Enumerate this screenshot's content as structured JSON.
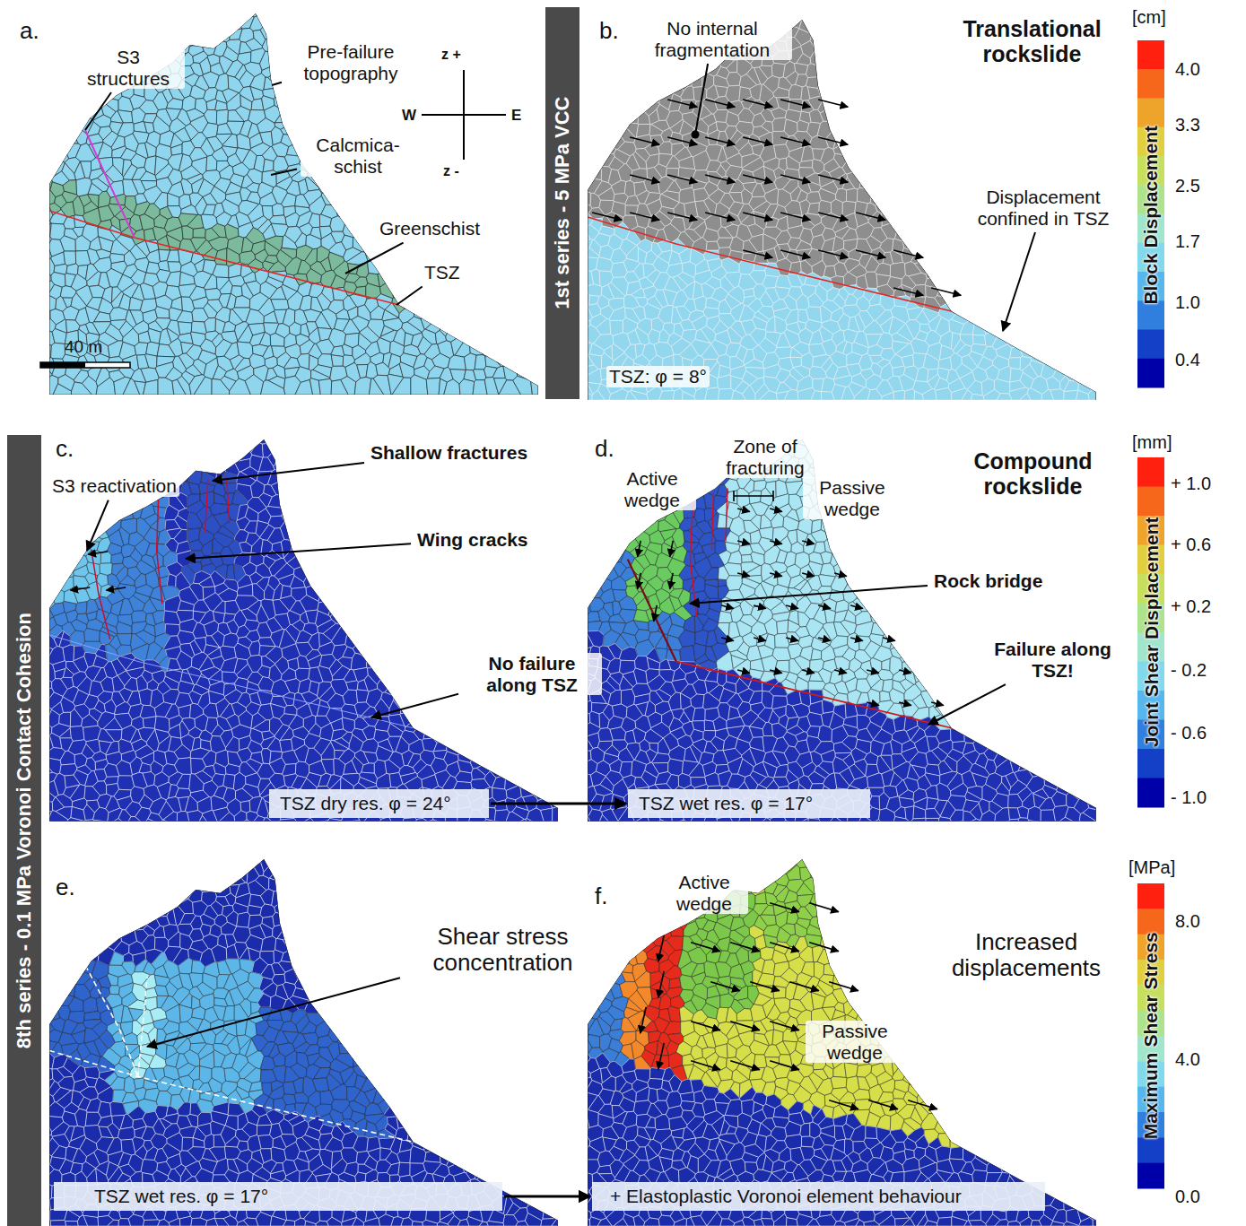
{
  "diagram": {
    "nodes": [
      {
        "text": [
          "1st series - 5 MPa VCC"
        ]
      },
      {
        "text": [
          "8th series - 0.1 MPa Voronoi Contact Cohesion"
        ]
      },
      {
        "text": [
          "TSZ dry res. φ = 24°"
        ]
      },
      {
        "text": [
          "TSZ wet res. φ = 17°"
        ]
      },
      {
        "text": [
          "TSZ wet res. φ = 17°"
        ]
      },
      {
        "text": [
          "+ Elastoplastic Voronoi element behaviour"
        ]
      }
    ],
    "edges": [
      {
        "from": 2,
        "to": 3,
        "arrow": "to"
      },
      {
        "from": 4,
        "to": 5,
        "arrow": "to"
      }
    ],
    "labels": [
      "a.",
      "S3 structures",
      "Pre-failure topography",
      "Calcmica-schist",
      "Greenschist",
      "TSZ",
      "40 m",
      "z +",
      "z -",
      "W",
      "E",
      "b.",
      "No internal fragmentation",
      "Translational rockslide",
      "Displacement confined in TSZ",
      "TSZ: φ = 8°",
      "[cm]",
      "4.0",
      "3.3",
      "2.5",
      "1.7",
      "1.0",
      "0.4",
      "Block Displacement",
      "c.",
      "S3 reactivation",
      "Shallow fractures",
      "Wing cracks",
      "No failure along TSZ",
      "d.",
      "Active wedge",
      "Zone of fracturing",
      "Passive wedge",
      "Compound rockslide",
      "Rock bridge",
      "Failure along TSZ!",
      "[mm]",
      "+ 1.0",
      "+ 0.6",
      "+ 0.2",
      "- 0.2",
      "- 0.6",
      "- 1.0",
      "Joint Shear Displacement",
      "e.",
      "Shear stress concentration",
      "f.",
      "Active wedge",
      "Increased displacements",
      "Passive wedge",
      "[MPa]",
      "8.0",
      "4.0",
      "0.0",
      "Maximum Shear Stress"
    ]
  }
}
